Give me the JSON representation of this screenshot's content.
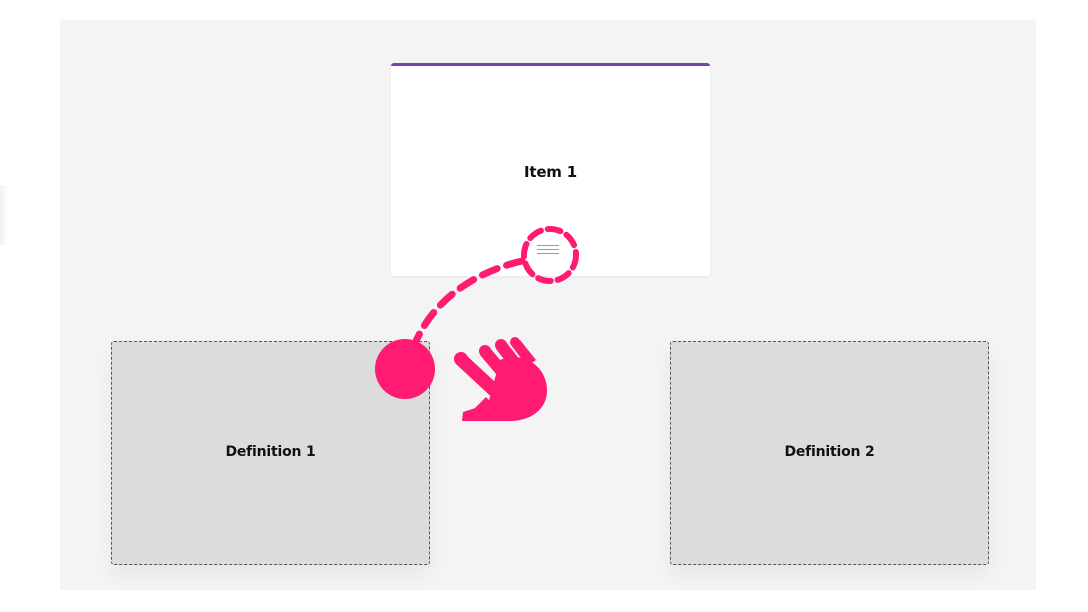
{
  "item": {
    "label": "Item 1",
    "accent_color": "#7b3fb5"
  },
  "definitions": [
    {
      "label": "Definition 1"
    },
    {
      "label": "Definition 2"
    }
  ],
  "gesture": {
    "color": "#ff1a72",
    "icons": [
      "drag-start-circle-icon",
      "dashed-path-icon",
      "drop-target-dot-icon",
      "pointing-hand-icon"
    ]
  }
}
